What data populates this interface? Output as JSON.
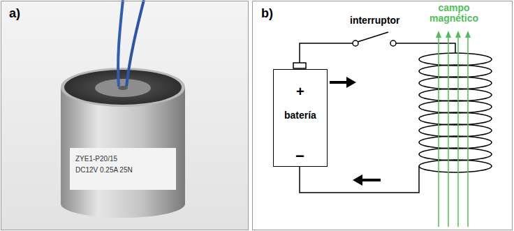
{
  "diagram": {
    "nodes": [
      {
        "text": [
          "a)"
        ]
      },
      {
        "text": [
          "b)"
        ]
      },
      {
        "text": [
          "+",
          "batería",
          "−"
        ],
        "in": 1
      }
    ],
    "labels": [
      "ZYE1-P20/15",
      "DC12V 0.25A 25N",
      "interruptor",
      "campo magnético"
    ]
  }
}
